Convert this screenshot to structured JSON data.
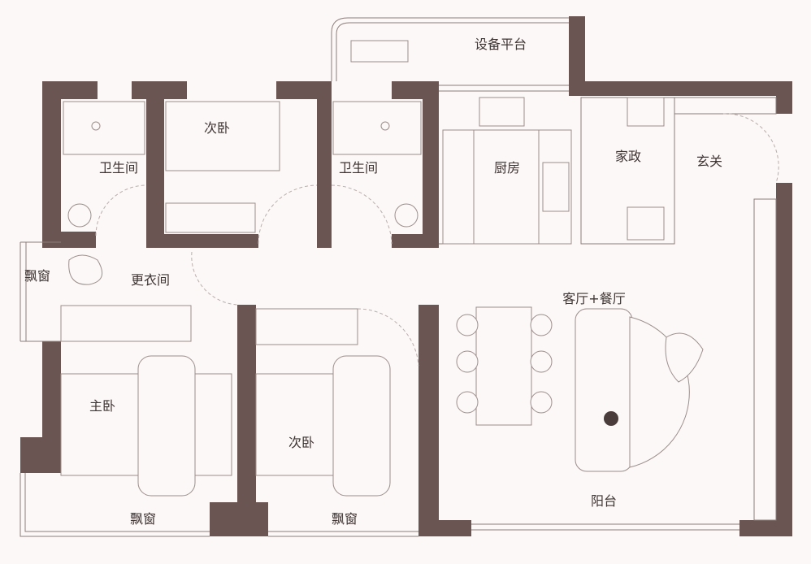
{
  "rooms": {
    "equipment_platform": "设备平台",
    "second_bedroom_top": "次卧",
    "bathroom_left": "卫生间",
    "bathroom_right": "卫生间",
    "kitchen": "厨房",
    "housekeeping": "家政",
    "entrance": "玄关",
    "bay_window_left": "飘窗",
    "dressing_room": "更衣间",
    "living_dining": "客厅+餐厅",
    "master_bedroom": "主卧",
    "second_bedroom_bottom": "次卧",
    "balcony": "阳台",
    "bay_window_bottom_left": "飘窗",
    "bay_window_bottom_right": "飘窗"
  },
  "colors": {
    "wall": "#6b5552",
    "background": "#fbf8f7"
  }
}
